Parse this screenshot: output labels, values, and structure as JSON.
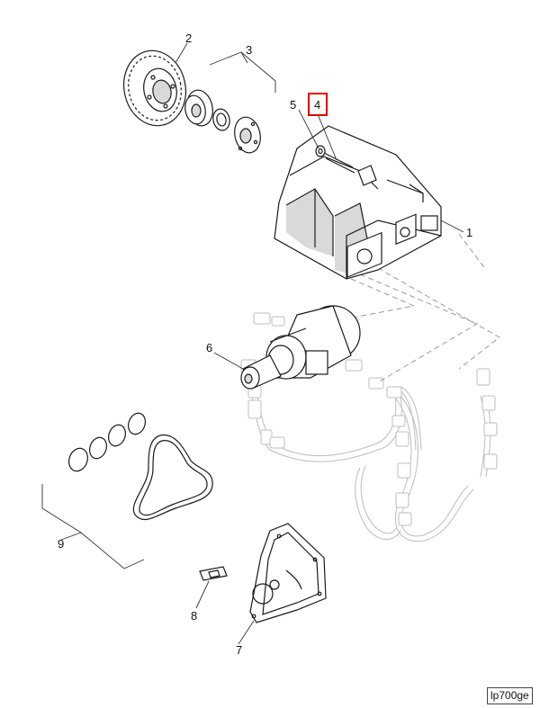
{
  "callouts": [
    {
      "id": "1",
      "label": "1"
    },
    {
      "id": "2",
      "label": "2"
    },
    {
      "id": "3",
      "label": "3"
    },
    {
      "id": "4",
      "label": "4",
      "highlighted": true
    },
    {
      "id": "5",
      "label": "5"
    },
    {
      "id": "6",
      "label": "6"
    },
    {
      "id": "7",
      "label": "7"
    },
    {
      "id": "8",
      "label": "8"
    },
    {
      "id": "9",
      "label": "9"
    }
  ],
  "highlight_color": "#e00000",
  "reference_code": "lp700ge"
}
